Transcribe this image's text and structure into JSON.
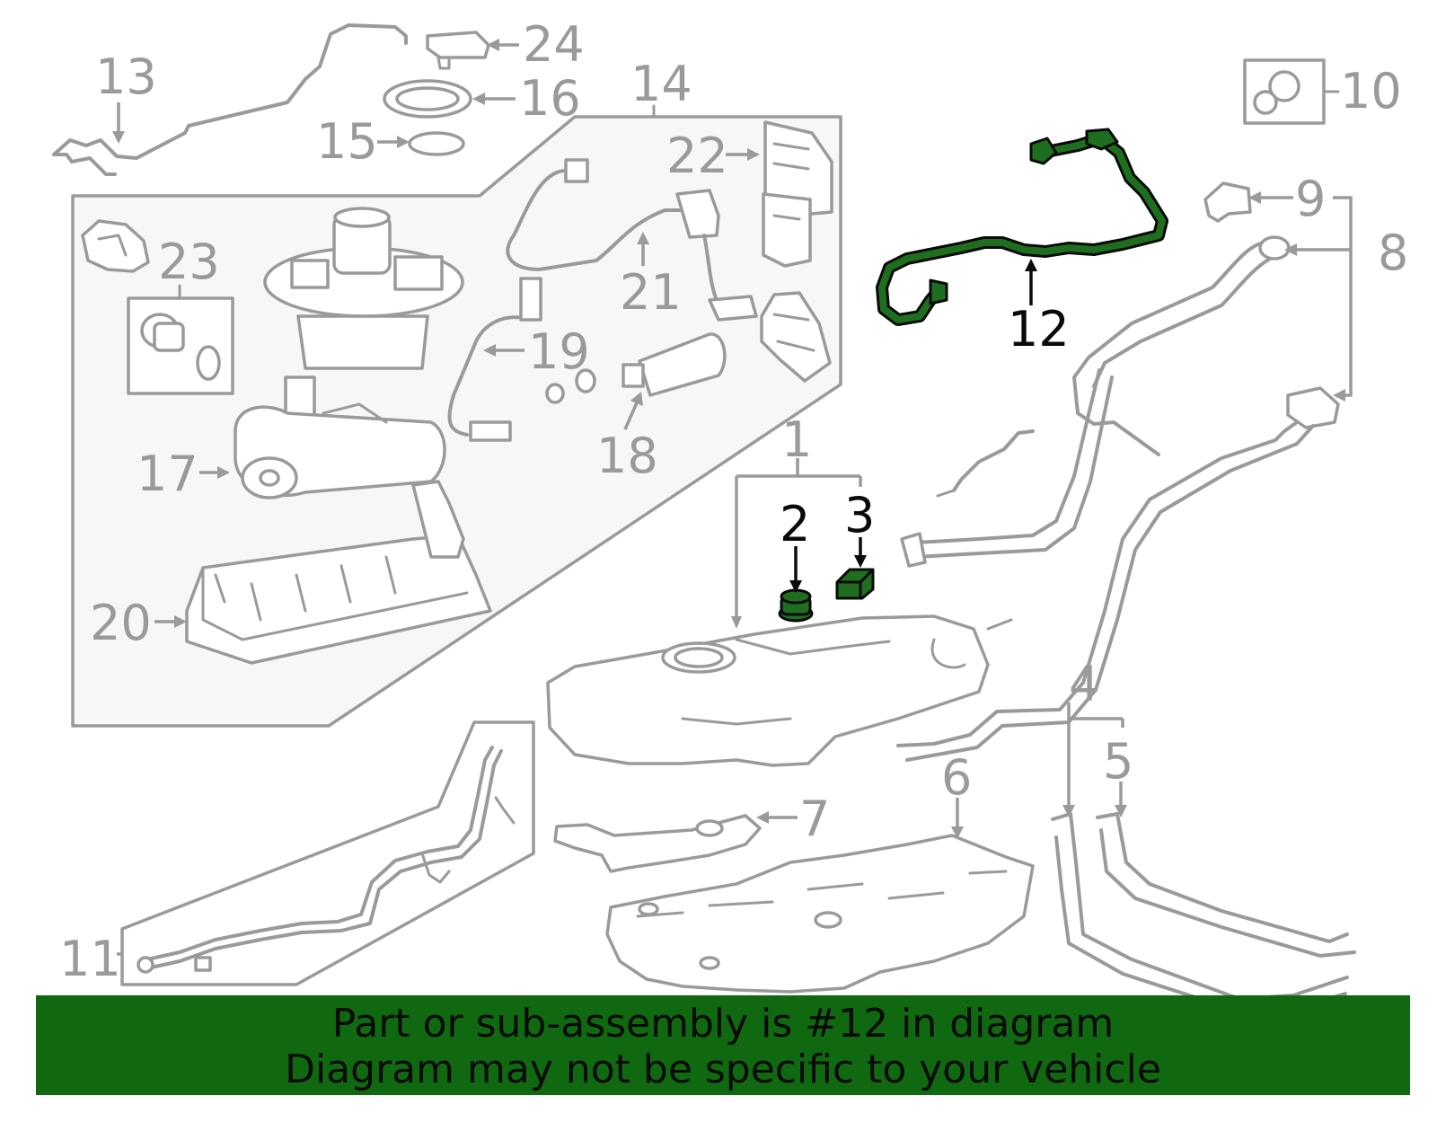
{
  "colors": {
    "line_art": "#9a9a9a",
    "highlight_fill": "#1f6e1f",
    "highlight_stroke": "#0a0a0a",
    "banner_bg": "#106910",
    "banner_text": "#0a0a0a"
  },
  "callouts": {
    "c1": "1",
    "c2": "2",
    "c3": "3",
    "c4": "4",
    "c5": "5",
    "c6": "6",
    "c7": "7",
    "c8": "8",
    "c9": "9",
    "c10": "10",
    "c11": "11",
    "c12": "12",
    "c13": "13",
    "c14": "14",
    "c15": "15",
    "c16": "16",
    "c17": "17",
    "c18": "18",
    "c19": "19",
    "c20": "20",
    "c21": "21",
    "c22": "22",
    "c23": "23",
    "c24": "24"
  },
  "highlighted_parts": [
    "2",
    "3",
    "12"
  ],
  "banner": {
    "line1": "Part or sub-assembly is #12 in diagram",
    "line2": "Diagram may not be specific to your vehicle"
  }
}
